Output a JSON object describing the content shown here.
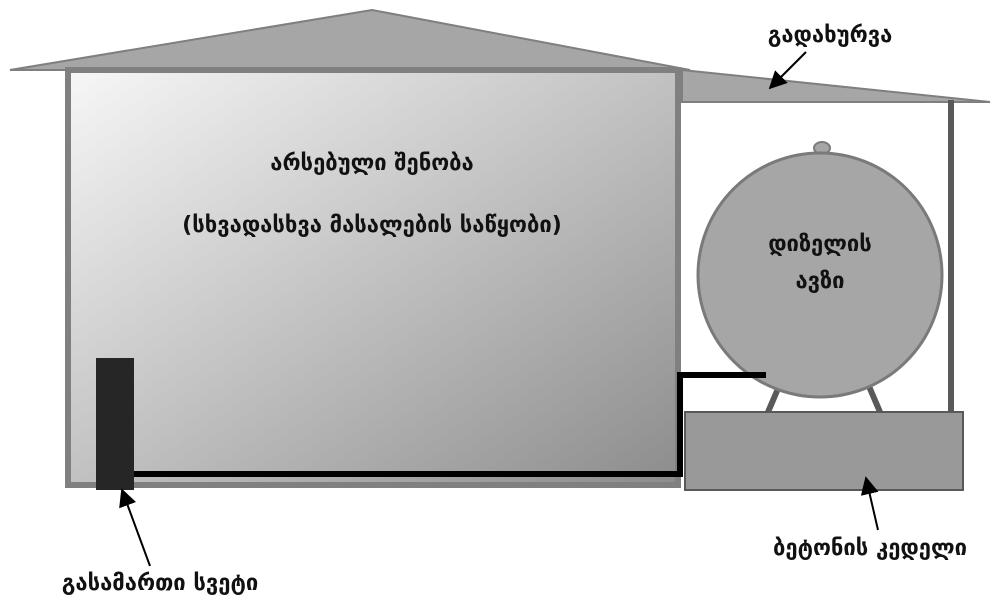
{
  "labels": {
    "roof": "გადახურვა",
    "building_line1": "არსებული შენობა",
    "building_line2": "(სხვადასხვა მასალების საწყობი)",
    "tank_line1": "დიზელის",
    "tank_line2": "ავზი",
    "grounding_pole": "გასამართი სვეტი",
    "concrete_wall": "ბეტონის კედელი"
  },
  "colors": {
    "roof_fill": "#a6a6a6",
    "roof_stroke": "#7f7f7f",
    "building_gradient_light": "#f7f7f7",
    "building_gradient_dark": "#8c8c8c",
    "wall_stroke": "#808080",
    "tank_fill": "#a6a6a6",
    "tank_stroke": "#7a7a7a",
    "pipe": "#000000",
    "pole": "#262626",
    "concrete_fill": "#999999",
    "concrete_stroke": "#595959",
    "post": "#595959",
    "arrow": "#000000"
  }
}
